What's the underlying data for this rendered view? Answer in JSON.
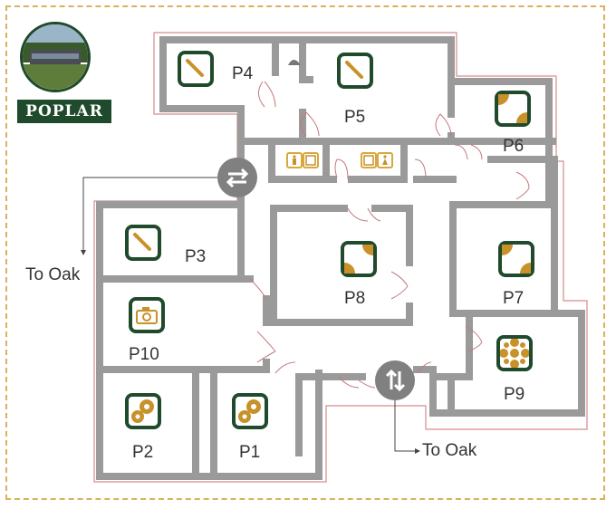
{
  "map": {
    "building_name": "POPLAR",
    "rooms": [
      {
        "id": "P4",
        "label": "P4",
        "icon": "paintbrush-icon"
      },
      {
        "id": "P5",
        "label": "P5",
        "icon": "paintbrush-icon"
      },
      {
        "id": "P6",
        "label": "P6",
        "icon": "corner-pattern-icon"
      },
      {
        "id": "P3",
        "label": "P3",
        "icon": "paintbrush-icon"
      },
      {
        "id": "P8",
        "label": "P8",
        "icon": "corner-pattern-icon"
      },
      {
        "id": "P7",
        "label": "P7",
        "icon": "corner-pattern-icon"
      },
      {
        "id": "P10",
        "label": "P10",
        "icon": "camera-icon"
      },
      {
        "id": "P9",
        "label": "P9",
        "icon": "flower-pattern-icon"
      },
      {
        "id": "P2",
        "label": "P2",
        "icon": "gears-icon"
      },
      {
        "id": "P1",
        "label": "P1",
        "icon": "gears-icon"
      }
    ],
    "exits": [
      {
        "label": "To Oak"
      },
      {
        "label": "To Oak"
      }
    ]
  },
  "colors": {
    "wall": "#9a9a9a",
    "outline": "#d98a8a",
    "accent_green": "#1f4a2b",
    "accent_gold": "#c8912a",
    "frame": "#d9b25a"
  }
}
